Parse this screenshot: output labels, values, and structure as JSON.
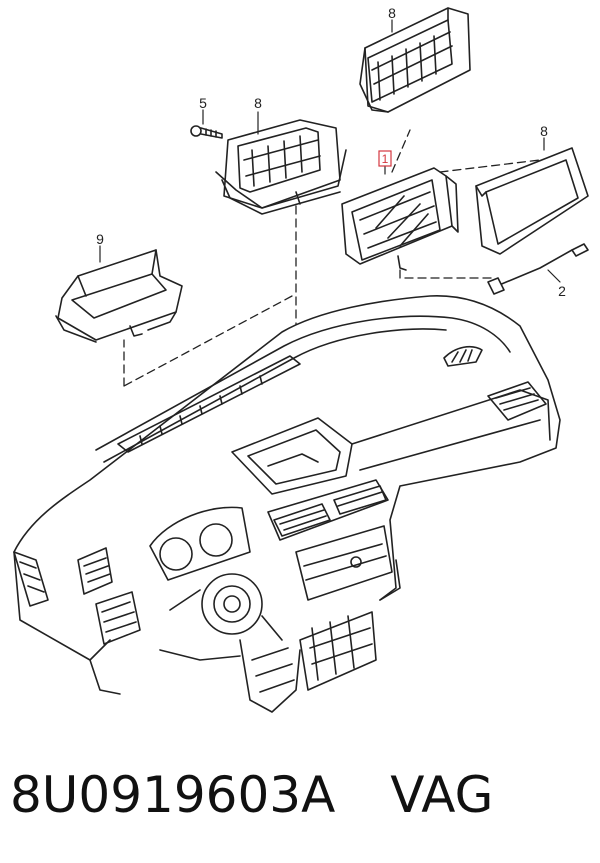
{
  "diagram": {
    "callouts": {
      "item_1": "1",
      "item_2": "2",
      "item_5": "5",
      "item_8_top": "8",
      "item_8_mid": "8",
      "item_8_right": "8",
      "item_9": "9"
    },
    "colors": {
      "line": "#222222",
      "highlight": "#d4373f",
      "background": "#ffffff"
    }
  },
  "caption": {
    "part_number": "8U0919603A",
    "vendor": "VAG"
  }
}
